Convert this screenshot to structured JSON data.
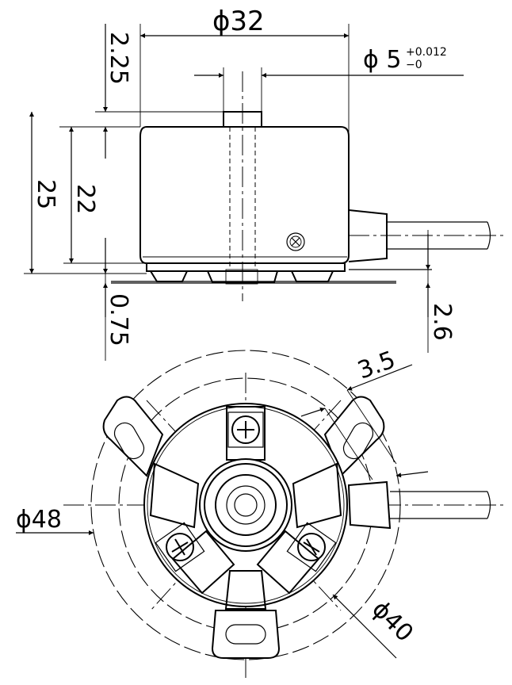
{
  "dimensions": {
    "phi32": "ϕ32",
    "shaft_phi": "ϕ 5",
    "shaft_tol_plus": "+0.012",
    "shaft_tol_minus": "−0",
    "d_2_25": "2.25",
    "d_25": "25",
    "d_22": "22",
    "d_0_75": "0.75",
    "d_2_6": "2.6",
    "d_3_5": "3.5",
    "phi48": "ϕ48",
    "phi40": "ϕ40"
  }
}
